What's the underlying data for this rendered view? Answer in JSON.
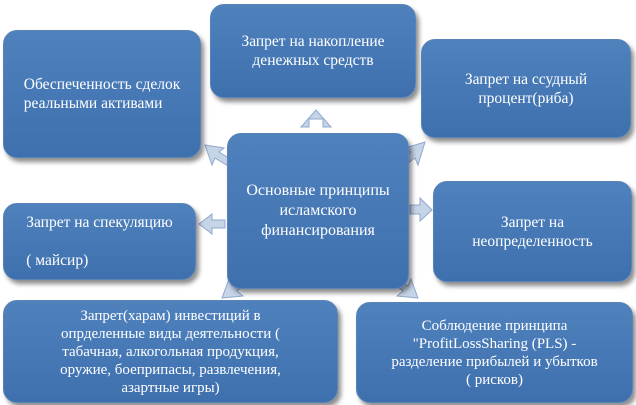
{
  "diagram": {
    "center": "Основные принципы\nисламского\nфинансирования",
    "nodes": {
      "top": "Запрет на накопление\nденежных средств",
      "top_left": "Обеспеченность сделок\nреальными активами",
      "top_right": "Запрет на ссудный\nпроцент(риба)",
      "mid_left": "Запрет на спекуляцию\n\n( майсир)",
      "mid_right": "Запрет на\nнеопределенность",
      "bottom_left": "Запрет(харам) инвестиций в\nопрделенные виды деятельности (\nтабачная, алкогольная продукция,\nоружие, боеприпасы,  развлечения,\nазартные игры)",
      "bottom_right": "Соблюдение принципа\n\"ProfitLossSharing (PLS)  -\nразделение прибылей и убытков\n( рисков)"
    },
    "colors": {
      "box_fill": "#4f81bd",
      "box_text": "#ffffff",
      "arrow_fill": "#c6d4e8"
    }
  }
}
